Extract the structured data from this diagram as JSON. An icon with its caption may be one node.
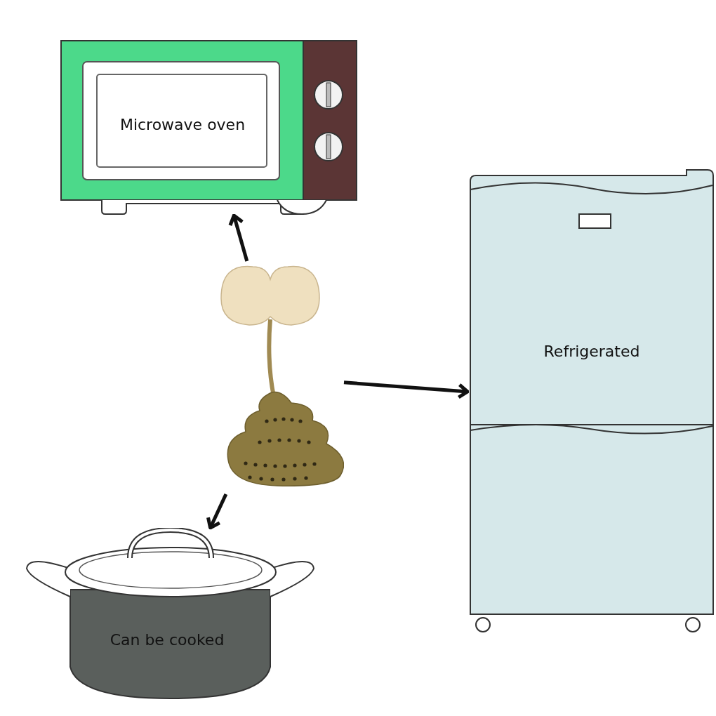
{
  "diagram": {
    "nodes": [
      {
        "text": [
          "Microwave oven"
        ]
      },
      {
        "text": [],
        "shape": "picture"
      },
      {
        "text": [
          "Refrigerated"
        ]
      },
      {
        "text": [
          "Can be cooked"
        ]
      }
    ],
    "edges": [
      {
        "from": 1,
        "to": 0,
        "arrow": "to"
      },
      {
        "from": 1,
        "to": 2,
        "arrow": "to"
      },
      {
        "from": 1,
        "to": 3,
        "arrow": "to"
      }
    ]
  }
}
